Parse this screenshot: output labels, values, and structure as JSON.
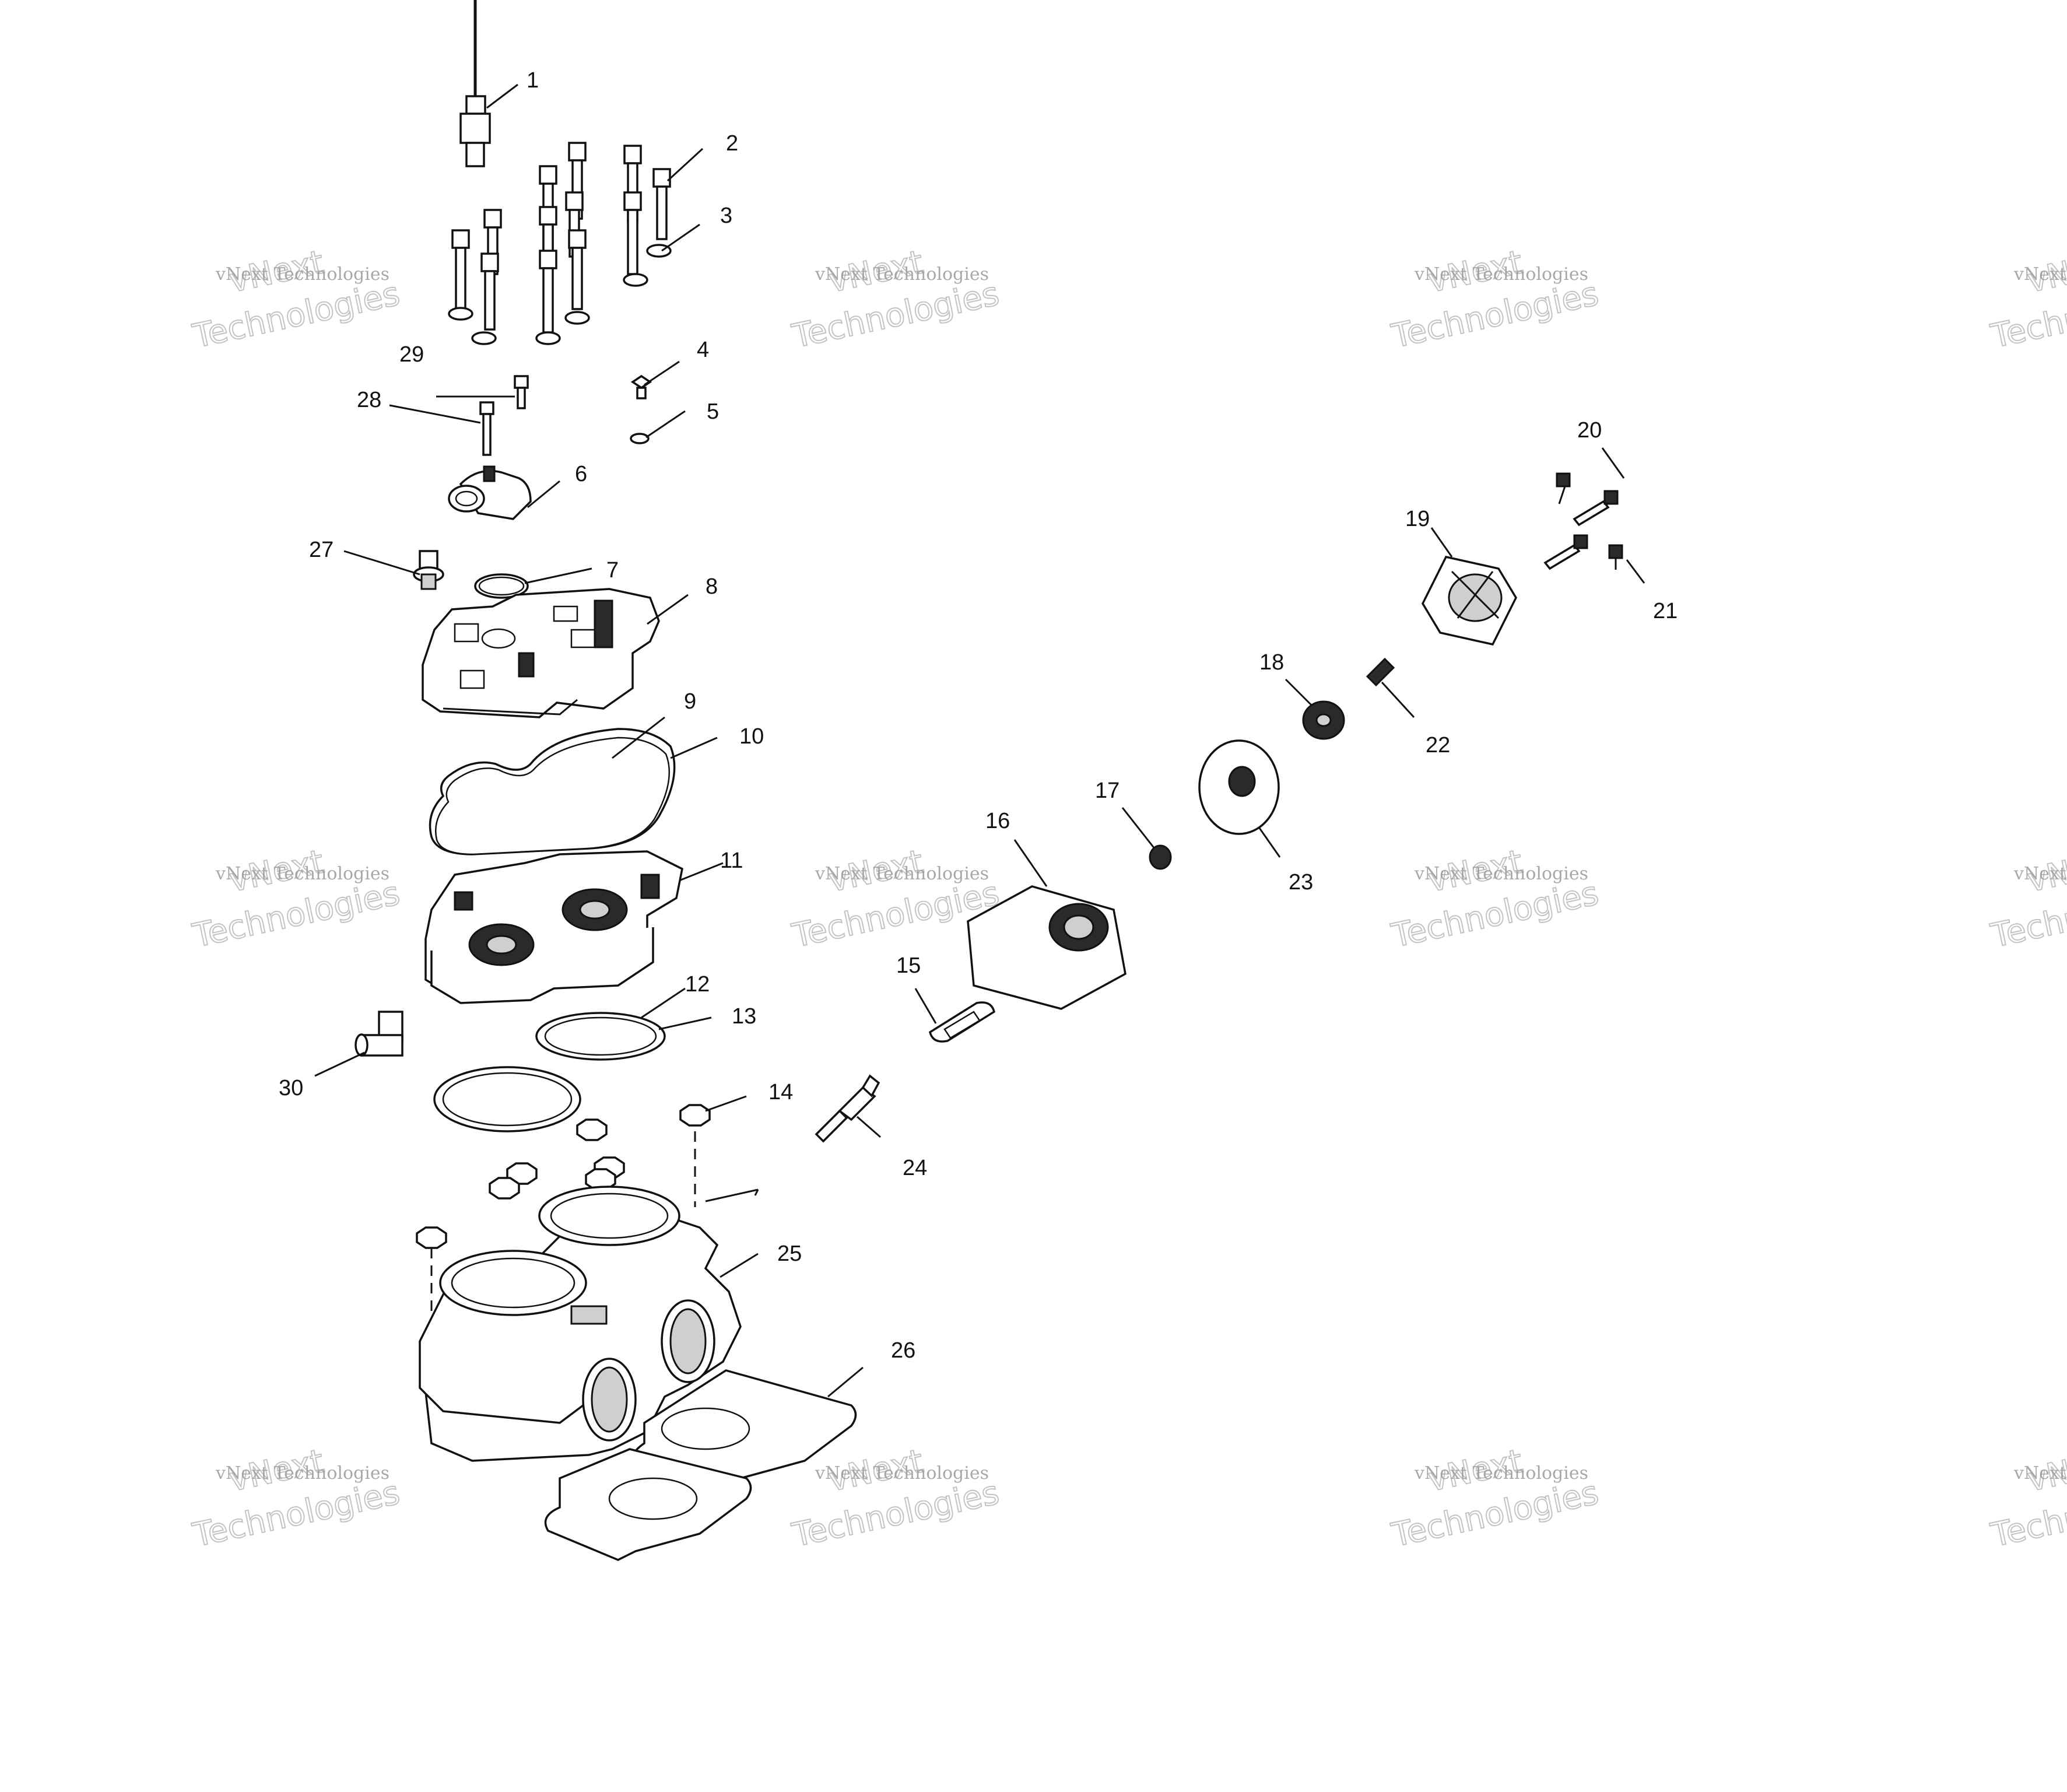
{
  "watermark": {
    "line1": "vNext",
    "line2": "vNext Technologies",
    "line3": "Technologies"
  },
  "callouts": [
    {
      "id": "1",
      "label": "1"
    },
    {
      "id": "2",
      "label": "2"
    },
    {
      "id": "3",
      "label": "3"
    },
    {
      "id": "4",
      "label": "4"
    },
    {
      "id": "5",
      "label": "5"
    },
    {
      "id": "6",
      "label": "6"
    },
    {
      "id": "7",
      "label": "7"
    },
    {
      "id": "8",
      "label": "8"
    },
    {
      "id": "9",
      "label": "9"
    },
    {
      "id": "10",
      "label": "10"
    },
    {
      "id": "11",
      "label": "11"
    },
    {
      "id": "12",
      "label": "12"
    },
    {
      "id": "13",
      "label": "13"
    },
    {
      "id": "14",
      "label": "14"
    },
    {
      "id": "15",
      "label": "15"
    },
    {
      "id": "16",
      "label": "16"
    },
    {
      "id": "17",
      "label": "17"
    },
    {
      "id": "18",
      "label": "18"
    },
    {
      "id": "19",
      "label": "19"
    },
    {
      "id": "20",
      "label": "20"
    },
    {
      "id": "21",
      "label": "21"
    },
    {
      "id": "22",
      "label": "22"
    },
    {
      "id": "23",
      "label": "23"
    },
    {
      "id": "24",
      "label": "24"
    },
    {
      "id": "25",
      "label": "25"
    },
    {
      "id": "26",
      "label": "26"
    },
    {
      "id": "27",
      "label": "27"
    },
    {
      "id": "28",
      "label": "28"
    },
    {
      "id": "29",
      "label": "29"
    },
    {
      "id": "30",
      "label": "30"
    }
  ]
}
